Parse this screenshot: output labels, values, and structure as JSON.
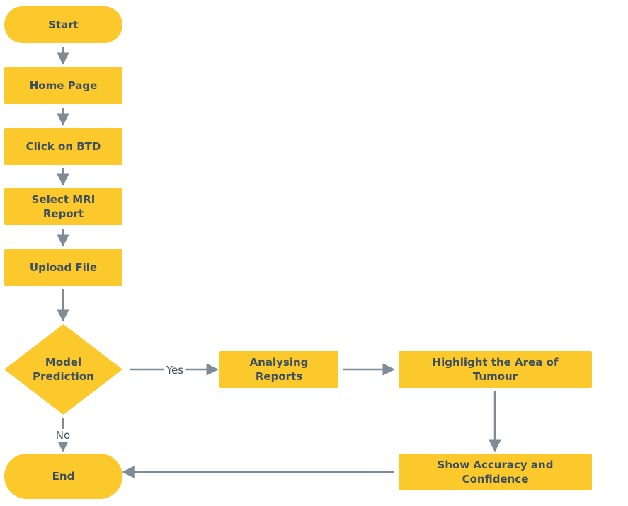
{
  "diagram": {
    "colors": {
      "node_fill": "#fcc92c",
      "node_text": "#3d4f5e",
      "edge": "#7d8c96",
      "background": "#ffffff"
    },
    "nodes": {
      "start": {
        "shape": "terminal",
        "lines": [
          "Start"
        ]
      },
      "home": {
        "shape": "process",
        "lines": [
          "Home Page"
        ]
      },
      "click": {
        "shape": "process",
        "lines": [
          "Click on BTD"
        ]
      },
      "select": {
        "shape": "process",
        "lines": [
          "Select MRI",
          "Report"
        ]
      },
      "upload": {
        "shape": "process",
        "lines": [
          "Upload File"
        ]
      },
      "decision": {
        "shape": "decision",
        "lines": [
          "Model",
          "Prediction"
        ]
      },
      "analyse": {
        "shape": "process",
        "lines": [
          "Analysing",
          "Reports"
        ]
      },
      "highlight": {
        "shape": "process",
        "lines": [
          "Highlight the Area of",
          "Tumour"
        ]
      },
      "accuracy": {
        "shape": "process",
        "lines": [
          "Show Accuracy and",
          "Confidence"
        ]
      },
      "end": {
        "shape": "terminal",
        "lines": [
          "End"
        ]
      }
    },
    "edges": [
      {
        "from": "start",
        "to": "home"
      },
      {
        "from": "home",
        "to": "click"
      },
      {
        "from": "click",
        "to": "select"
      },
      {
        "from": "select",
        "to": "upload"
      },
      {
        "from": "upload",
        "to": "decision"
      },
      {
        "from": "decision",
        "to": "analyse",
        "label": "Yes"
      },
      {
        "from": "analyse",
        "to": "highlight"
      },
      {
        "from": "highlight",
        "to": "accuracy"
      },
      {
        "from": "accuracy",
        "to": "end"
      },
      {
        "from": "decision",
        "to": "end",
        "label": "No"
      }
    ]
  }
}
